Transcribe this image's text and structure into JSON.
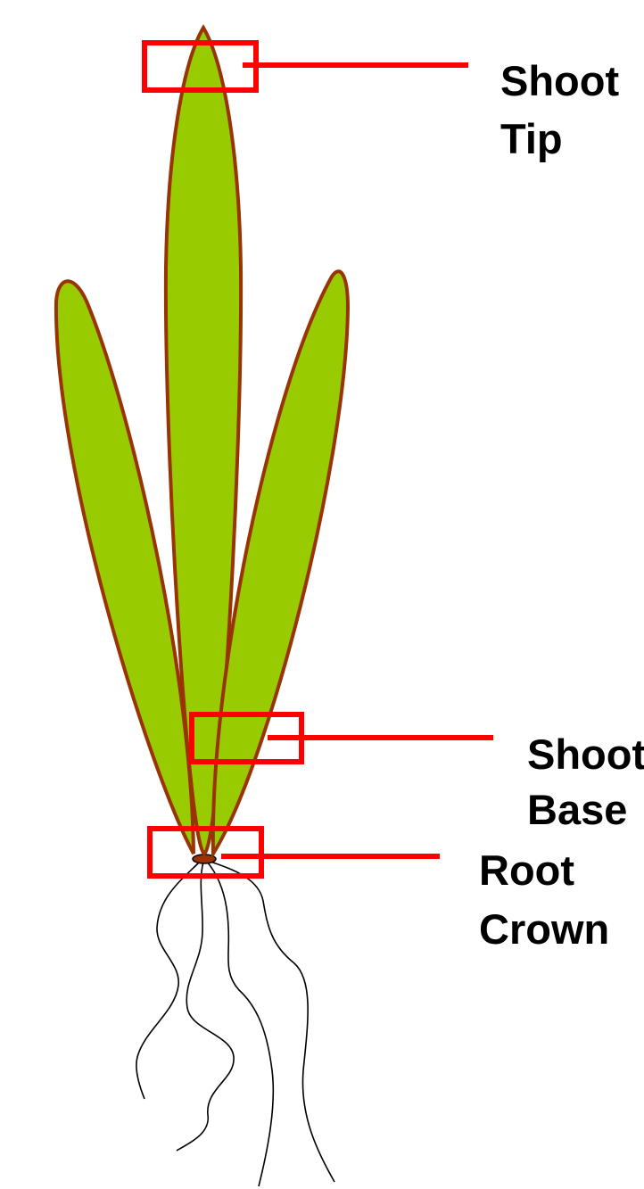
{
  "colors": {
    "leaf_fill": "#99CC00",
    "leaf_outline": "#993300",
    "marker": "#FF0000",
    "root_line": "#000000",
    "text": "#000000"
  },
  "labels": {
    "shoot_tip": {
      "line1": "Shoot",
      "line2": "Tip"
    },
    "shoot_base": {
      "line1": "Shoot",
      "line2": "Base"
    },
    "root_crown": {
      "line1": "Root",
      "line2": "Crown"
    }
  }
}
